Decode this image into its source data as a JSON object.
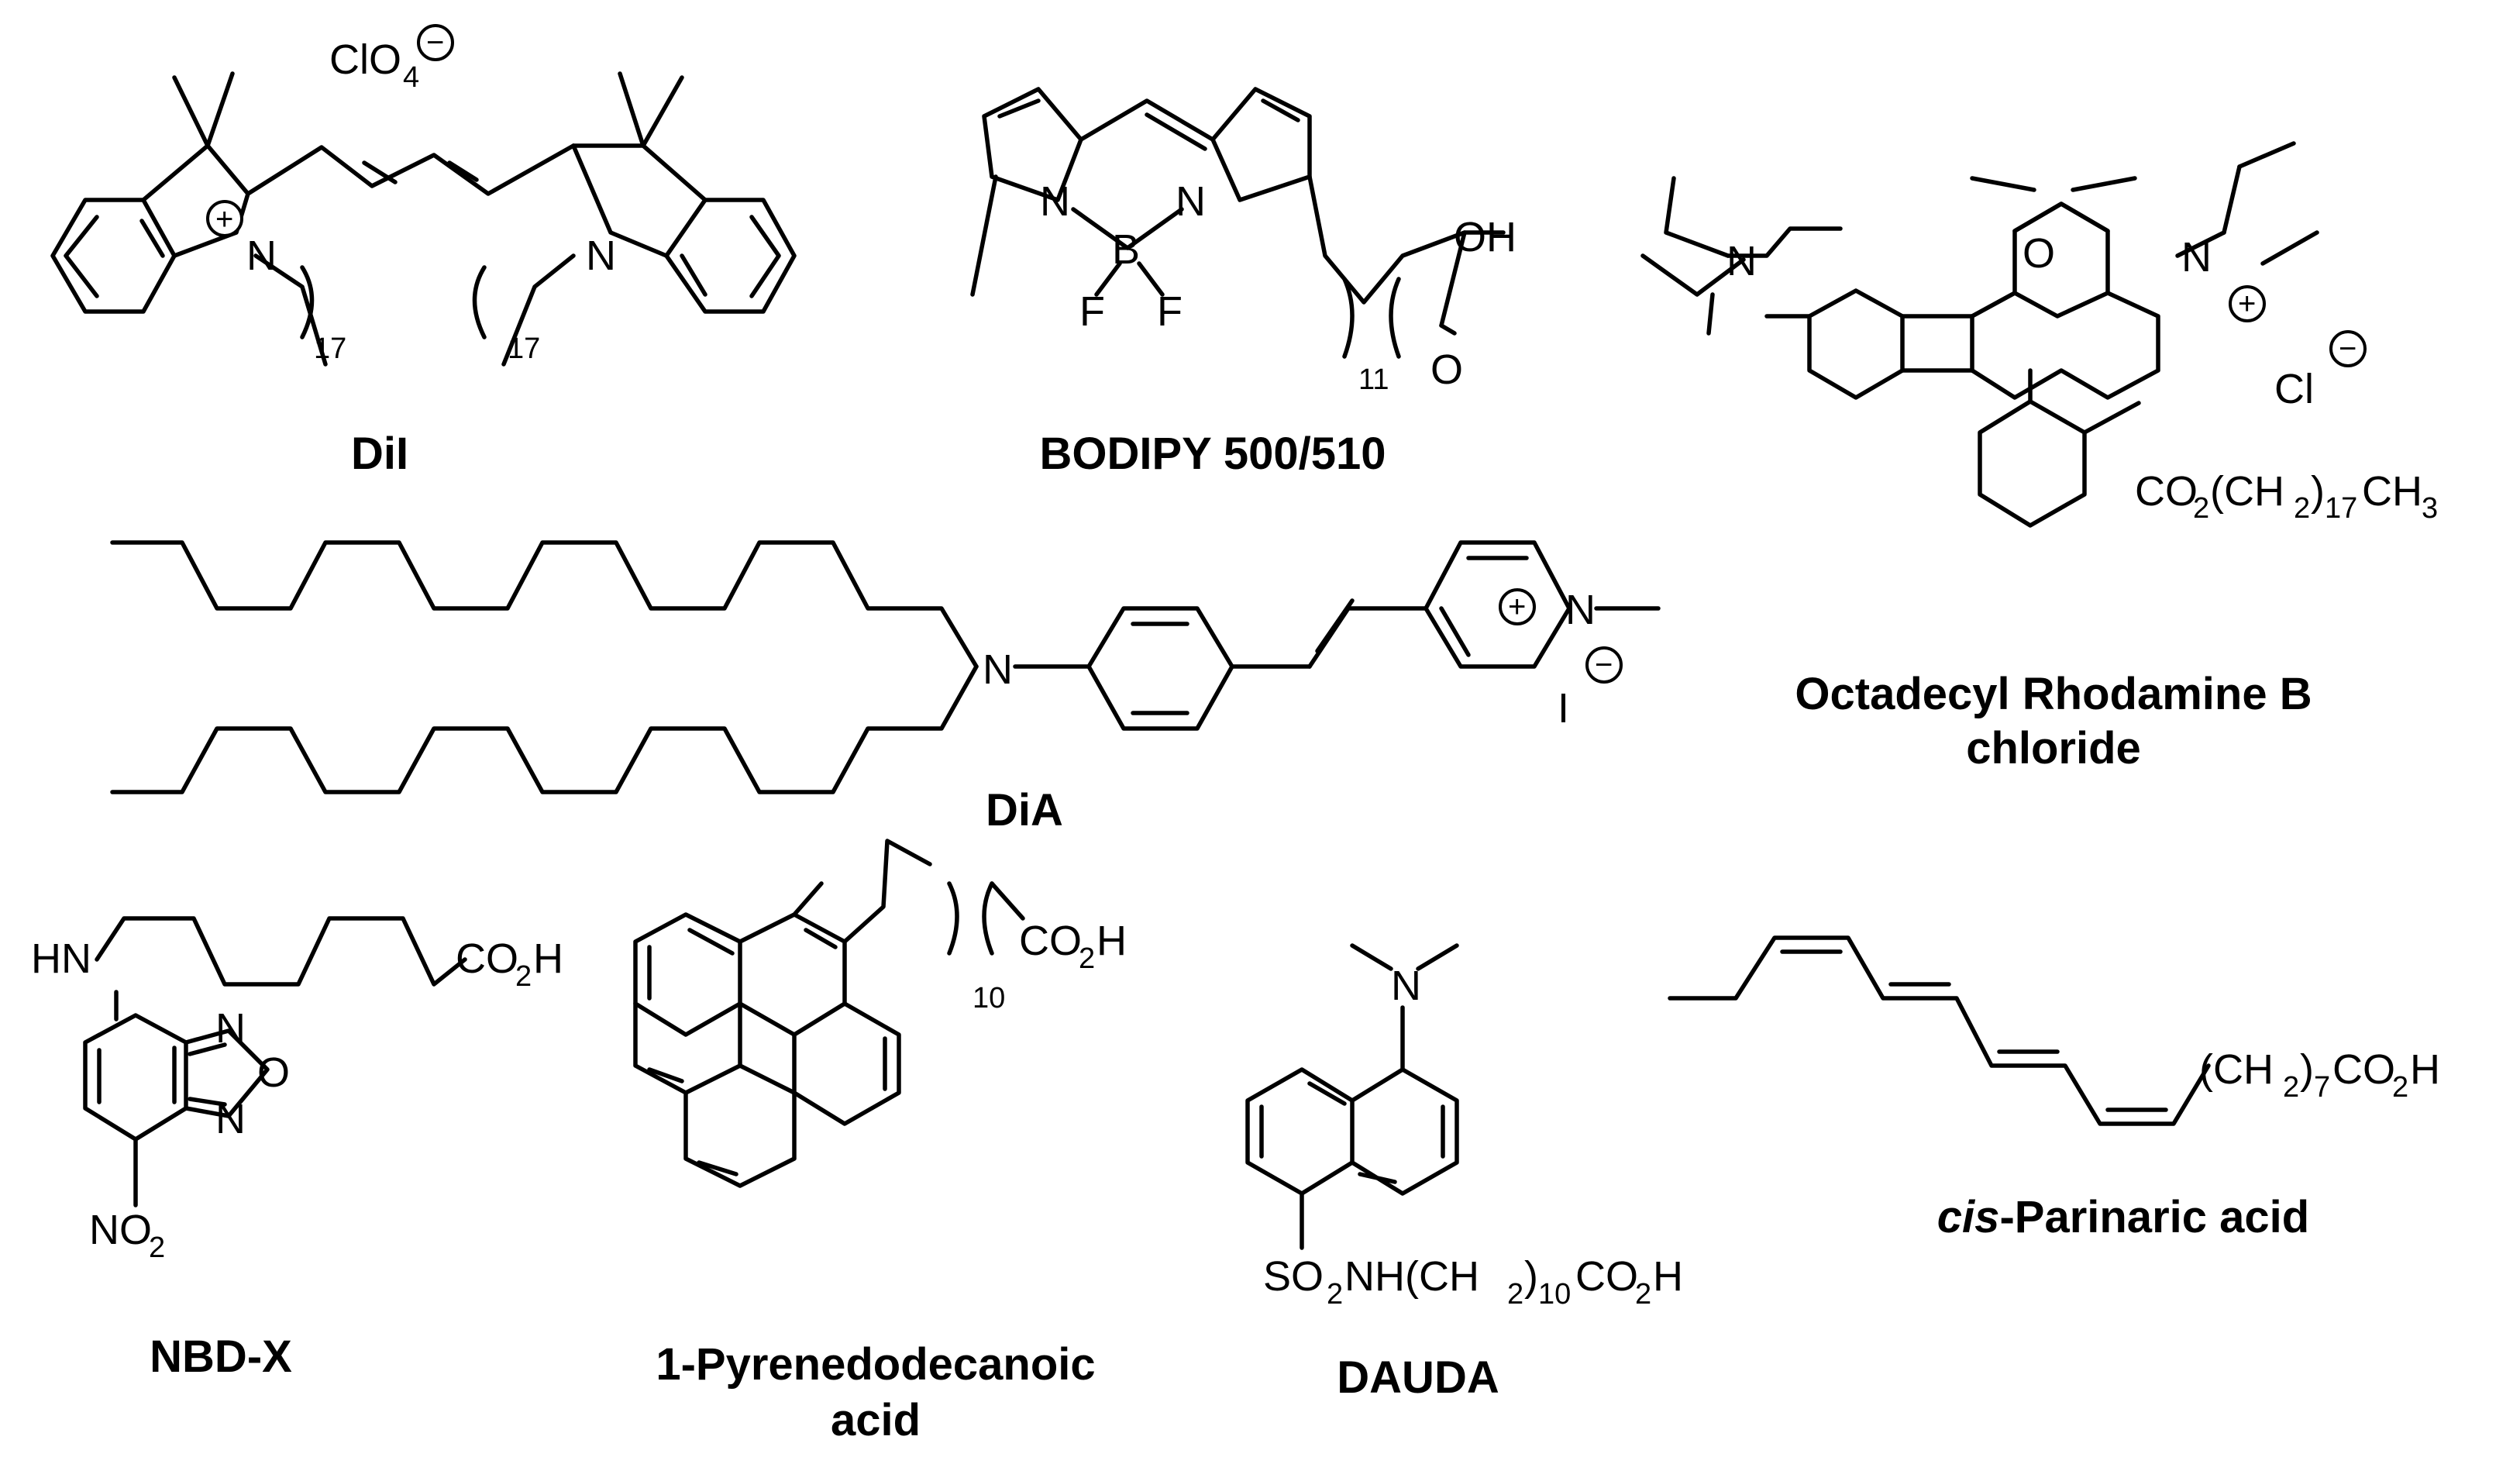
{
  "compounds": [
    {
      "id": "dii",
      "name": "DiI"
    },
    {
      "id": "bodipy",
      "name": "BODIPY 500/510"
    },
    {
      "id": "rhodamine",
      "name_line1": "Octadecyl Rhodamine B",
      "name_line2": "chloride"
    },
    {
      "id": "dia",
      "name": "DiA"
    },
    {
      "id": "nbd",
      "name": "NBD-X"
    },
    {
      "id": "pyrene",
      "name_line1": "1-Pyrenedodecanoic",
      "name_line2": "acid"
    },
    {
      "id": "dauda",
      "name": "DAUDA"
    },
    {
      "id": "parinaric",
      "name_italic": "cis",
      "name_rest": "-Parinaric acid"
    }
  ],
  "labels": {
    "clo4": "ClO",
    "clo4_sub": "4",
    "n": "N",
    "b": "B",
    "f": "F",
    "o": "O",
    "oh": "OH",
    "cl": "Cl",
    "i": "I",
    "hn": "HN",
    "plus": "+",
    "minus": "−",
    "n17": "17",
    "n11": "11",
    "n10": "10",
    "co2h": "CO",
    "co2h_sub": "2",
    "co2h_h": "H",
    "no2": "NO",
    "no2_sub": "2",
    "rhod_ester_a": "CO",
    "rhod_ester_b": "2",
    "rhod_ester_c": "(CH",
    "rhod_ester_d": "2",
    "rhod_ester_e": ")",
    "rhod_ester_f": "17",
    "rhod_ester_g": "CH",
    "rhod_ester_h": "3",
    "dauda_tail_a": "SO",
    "dauda_tail_b": "2",
    "dauda_tail_c": "NH(CH",
    "dauda_tail_d": "2",
    "dauda_tail_e": ")",
    "dauda_tail_f": "10",
    "dauda_tail_g": "CO",
    "dauda_tail_h": "2",
    "dauda_tail_i": "H",
    "par_tail_a": "(CH",
    "par_tail_b": "2",
    "par_tail_c": ")",
    "par_tail_d": "7",
    "par_tail_e": "CO",
    "par_tail_f": "2",
    "par_tail_g": "H"
  }
}
